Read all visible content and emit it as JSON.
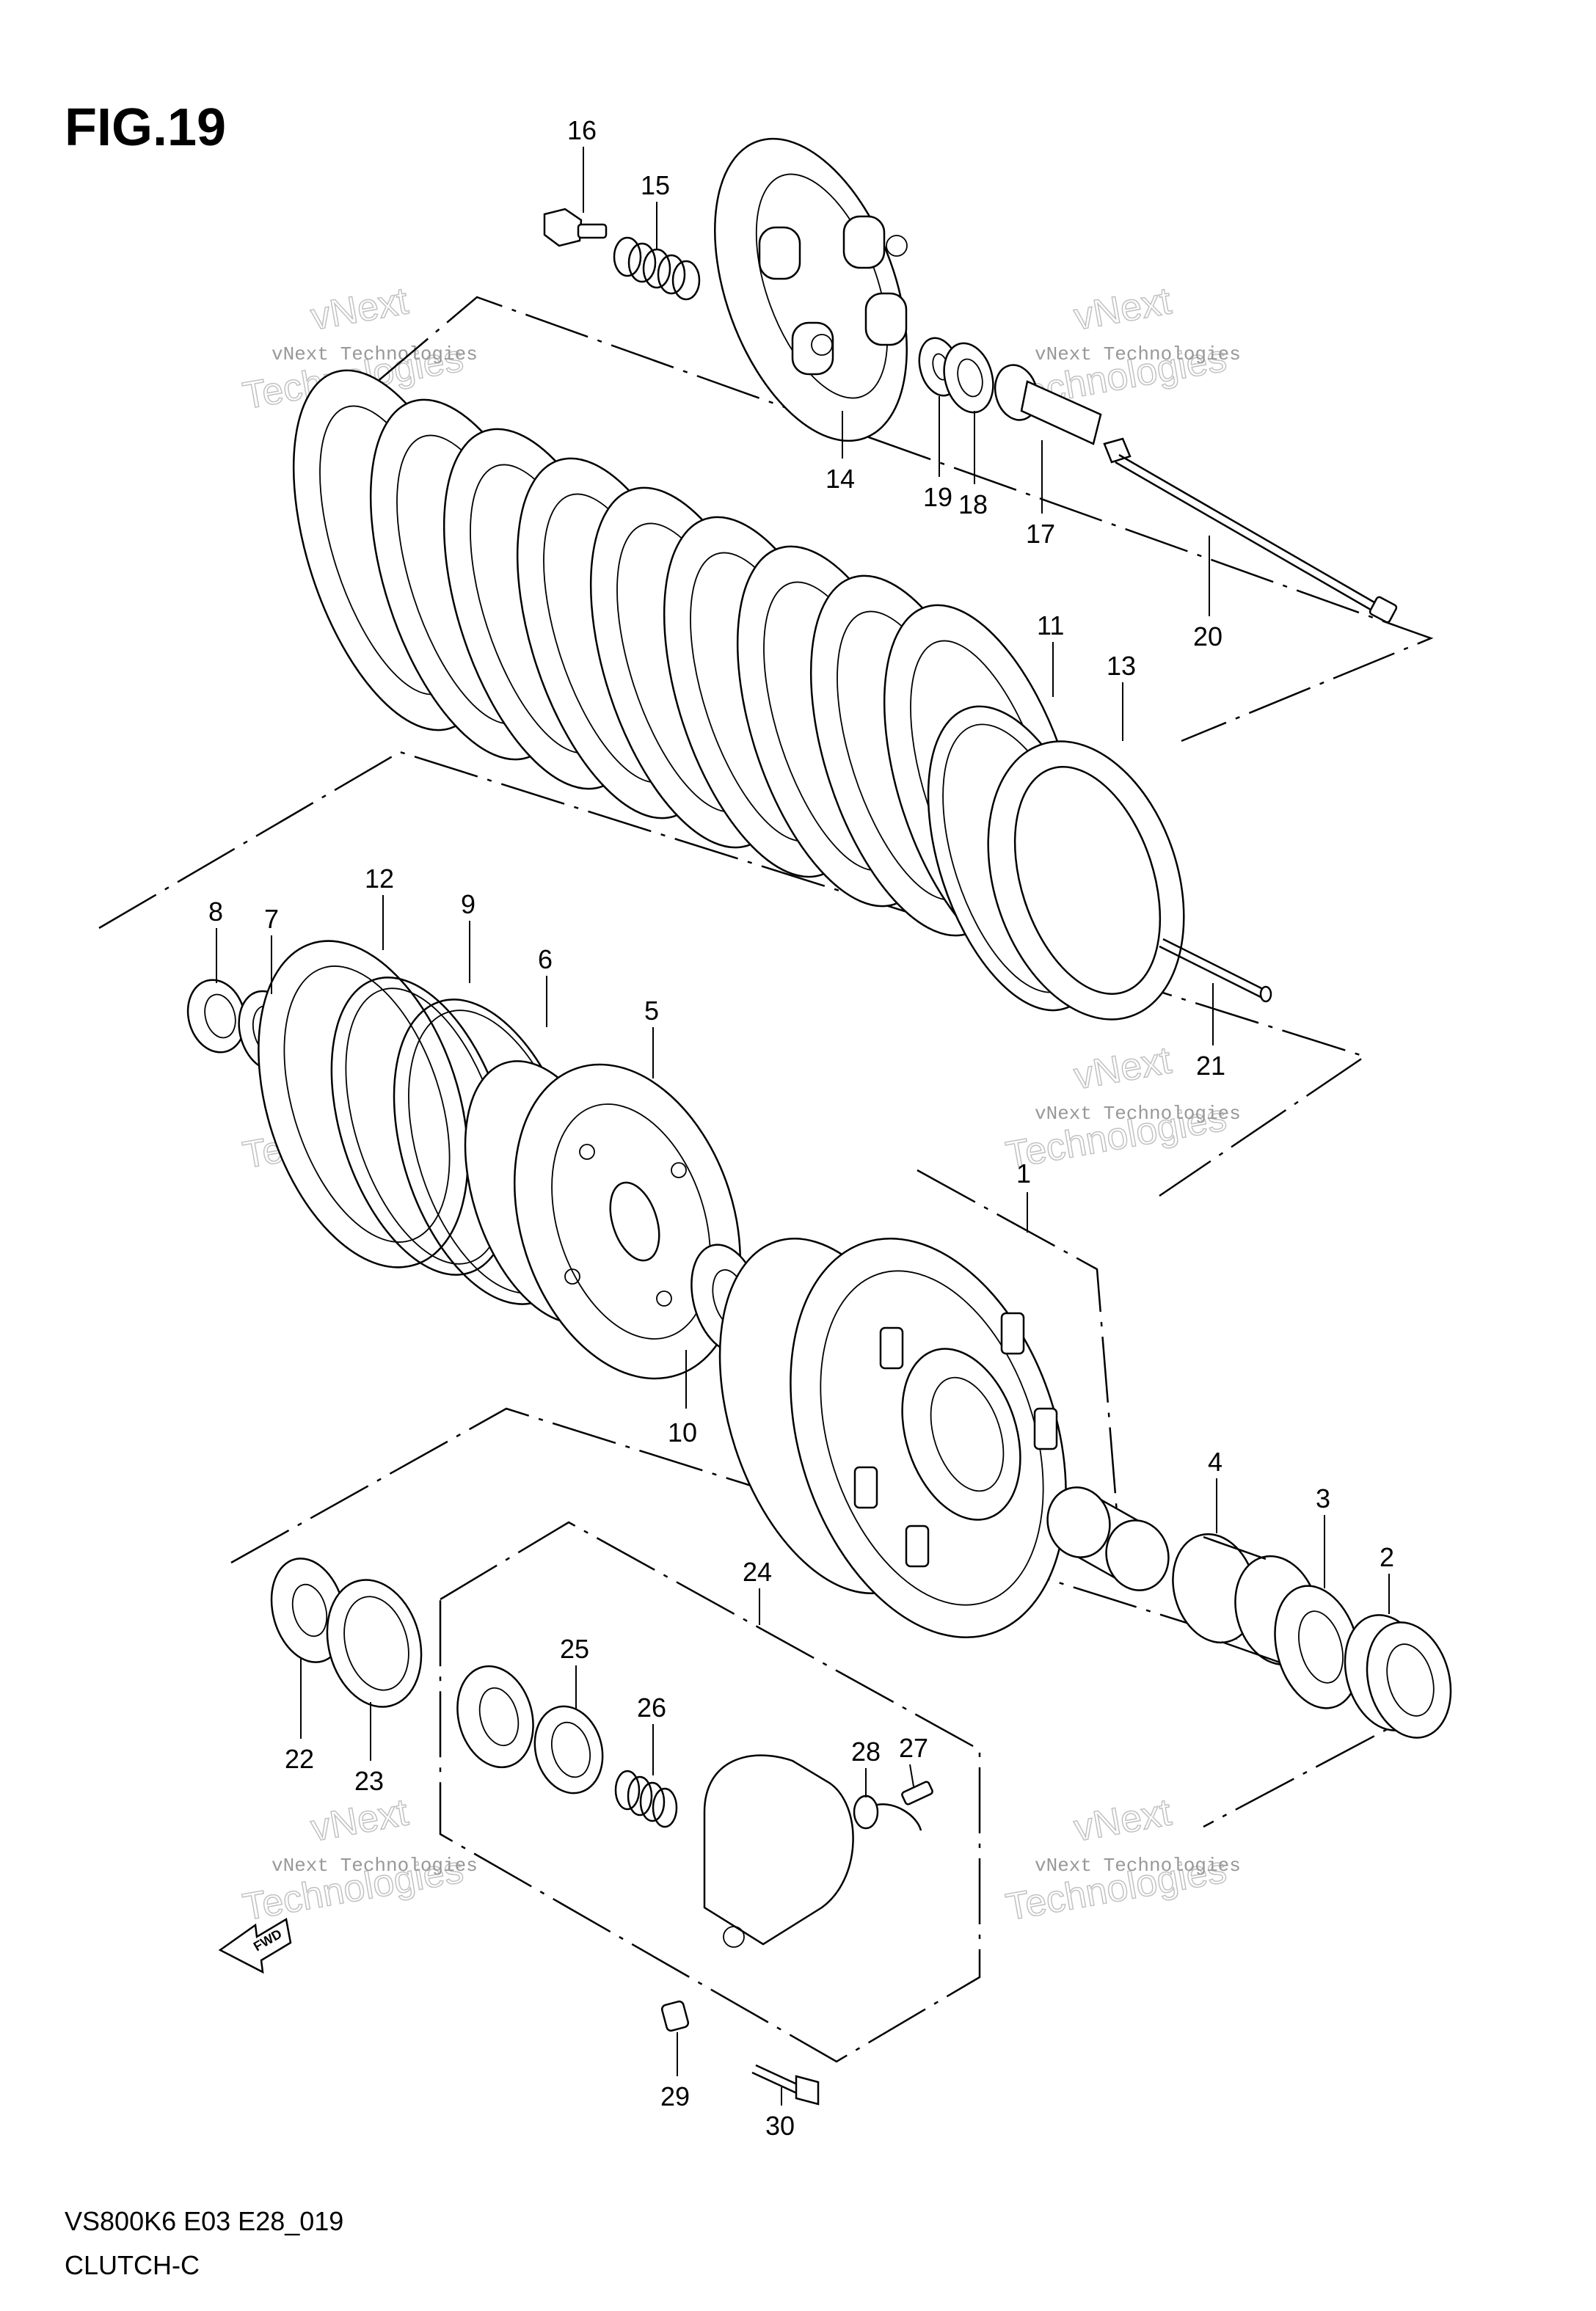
{
  "figure": {
    "title": "FIG.19",
    "model_code": "VS800K6 E03 E28_019",
    "section_name": "CLUTCH-C",
    "front_arrow_label": "FWD"
  },
  "watermark": {
    "line1": "vNext Technologies",
    "line2": "vNext",
    "line3": "Technologies"
  },
  "callouts": [
    "1",
    "2",
    "3",
    "4",
    "5",
    "6",
    "7",
    "8",
    "9",
    "10",
    "11",
    "12",
    "13",
    "14",
    "15",
    "16",
    "17",
    "18",
    "19",
    "20",
    "21",
    "22",
    "23",
    "24",
    "25",
    "26",
    "27",
    "28",
    "29",
    "30"
  ]
}
